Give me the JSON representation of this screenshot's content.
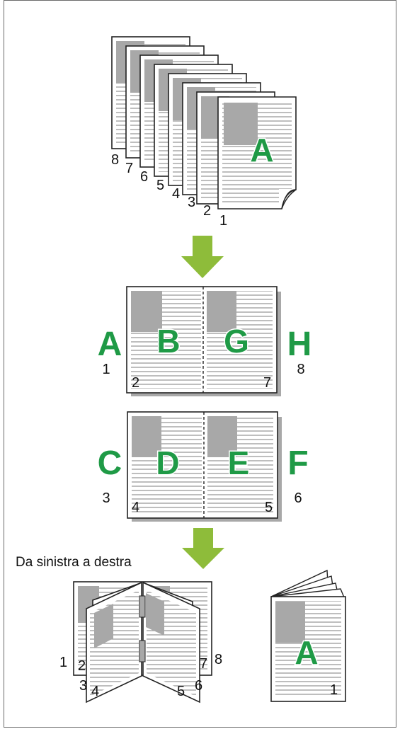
{
  "colors": {
    "accent_green": "#1f9a46",
    "arrow_green": "#8ebc3a",
    "block_gray": "#a8a8a8",
    "line_gray": "#9a9a9a"
  },
  "stack": {
    "page_numbers": [
      "8",
      "7",
      "6",
      "5",
      "4",
      "3",
      "2",
      "1"
    ],
    "front_letter": "A"
  },
  "spread1": {
    "outer_left_letter": "A",
    "outer_left_number": "1",
    "left_letter": "B",
    "left_number": "2",
    "right_letter": "G",
    "right_number": "7",
    "outer_right_letter": "H",
    "outer_right_number": "8"
  },
  "spread2": {
    "outer_left_letter": "C",
    "outer_left_number": "3",
    "left_letter": "D",
    "left_number": "4",
    "right_letter": "E",
    "right_number": "5",
    "outer_right_letter": "F",
    "outer_right_number": "6"
  },
  "direction_label": "Da sinistra a destra",
  "open_booklet": {
    "numbers": [
      "1",
      "2",
      "3",
      "4",
      "5",
      "6",
      "7",
      "8"
    ]
  },
  "closed_booklet": {
    "letter": "A",
    "number": "1"
  }
}
